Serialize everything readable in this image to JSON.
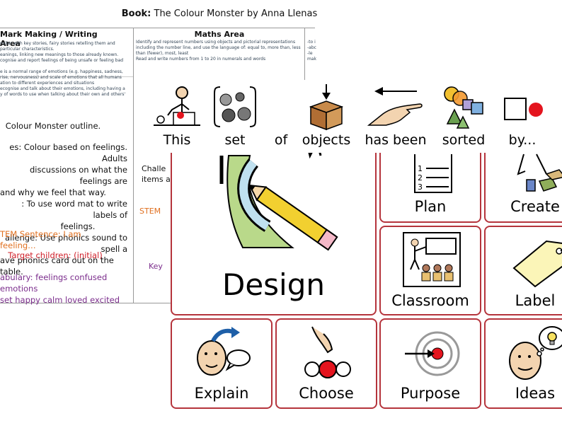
{
  "planning": {
    "book_label": "Book:",
    "book_title": "The Colour Monster by Anna Llenas",
    "left_area": {
      "heading": "Mark Making / Writing Area",
      "notes": [
        "miliar with key stories, fairy stories retelling them and",
        "particular characteristics.",
        "eanings, linking new meanings to those already known.",
        "cognise and report feelings of being unsafe or feeling bad",
        "e is a normal range of emotions (e.g. happiness, sadness,",
        "rise, nervousness) and scale of emotions that all humans",
        "ation to different experiences and situations",
        "ecognise and talk about their emotions, including having a",
        "y of words to use when talking about their own and others'"
      ],
      "outline": "Colour Monster outline.",
      "activity_lines": [
        "es: Colour based on feelings. Adults",
        "discussions on what the feelings are",
        "and why we feel that way.",
        ": To use word mat to write labels of",
        "feelings.",
        "allenge: Use phonics sound to spell a",
        "ave phonics card out on the table."
      ],
      "stem": "TEM Sentence: I am feeling…",
      "target": "Target children: (initial)",
      "vocab_lines": [
        "abulary: feelings confused emotions",
        "set happy calm loved excited"
      ]
    },
    "maths_area": {
      "heading": "Maths Area",
      "notes": [
        "Identify and represent numbers using objects and pictorial representations",
        "including the number line, and use the language of: equal to, more than, less",
        "than (fewer), most, least",
        "Read and write numbers from 1 to 20 in numerals and words"
      ],
      "fragments": [
        "o",
        "s",
        "C",
        "C",
        "Challe",
        "items a",
        "STEM",
        "Key"
      ]
    },
    "right_notes": [
      "-to i",
      "-abc",
      "-le",
      "mak"
    ]
  },
  "strip": {
    "words": [
      "This",
      "set",
      "of",
      "objects",
      "has been",
      "sorted",
      "by..."
    ]
  },
  "grid": {
    "design": "Design",
    "cells": [
      "Plan",
      "Create",
      "Classroom",
      "Label",
      "Explain",
      "Choose",
      "Purpose",
      "Ideas"
    ],
    "plan_numbers": [
      "1",
      "2",
      "3"
    ]
  },
  "colors": {
    "border_red": "#b5343c",
    "stem_orange": "#e07020",
    "target_red": "#d0202a",
    "vocab_purple": "#7b2d8c",
    "note_blue": "#2a3f7a"
  }
}
